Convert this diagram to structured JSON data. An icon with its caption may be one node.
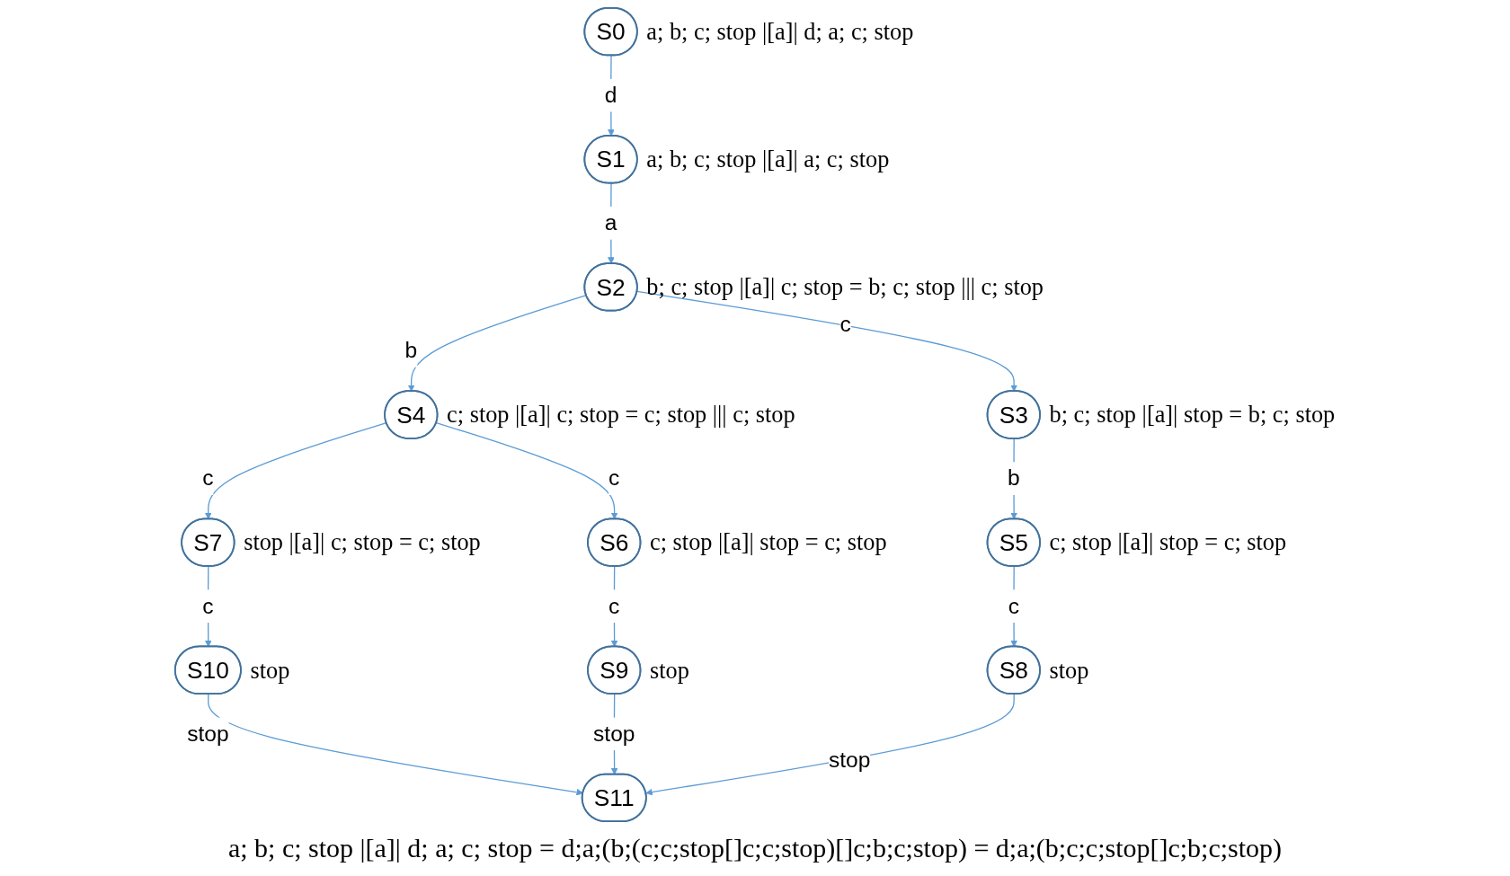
{
  "diagram": {
    "nodes": [
      {
        "text": [
          "S0"
        ],
        "beside": [
          "a; b; c; stop |[a]| d; a; c; stop"
        ]
      },
      {
        "text": [
          "S1"
        ],
        "beside": [
          "a; b; c; stop |[a]| a; c; stop"
        ]
      },
      {
        "text": [
          "S2"
        ],
        "beside": [
          "b; c; stop |[a]| c; stop = b; c; stop ||| c; stop"
        ]
      },
      {
        "text": [
          "S3"
        ],
        "beside": [
          "b; c; stop |[a]| stop = b; c; stop"
        ]
      },
      {
        "text": [
          "S4"
        ],
        "beside": [
          "c; stop |[a]| c; stop = c; stop ||| c; stop"
        ]
      },
      {
        "text": [
          "S5"
        ],
        "beside": [
          "c; stop |[a]| stop = c; stop"
        ]
      },
      {
        "text": [
          "S6"
        ],
        "beside": [
          "c; stop |[a]| stop = c; stop"
        ]
      },
      {
        "text": [
          "S7"
        ],
        "beside": [
          "stop |[a]| c; stop = c; stop"
        ]
      },
      {
        "text": [
          "S8"
        ],
        "beside": [
          "stop"
        ]
      },
      {
        "text": [
          "S9"
        ],
        "beside": [
          "stop"
        ]
      },
      {
        "text": [
          "S10"
        ],
        "beside": [
          "stop"
        ]
      },
      {
        "text": [
          "S11"
        ]
      }
    ],
    "edges": [
      {
        "from": 0,
        "to": 1,
        "arrow": "to",
        "label": "d"
      },
      {
        "from": 1,
        "to": 2,
        "arrow": "to",
        "label": "a"
      },
      {
        "from": 2,
        "to": 4,
        "arrow": "to",
        "label": "b"
      },
      {
        "from": 2,
        "to": 3,
        "arrow": "to",
        "label": "c"
      },
      {
        "from": 4,
        "to": 7,
        "arrow": "to",
        "label": "c"
      },
      {
        "from": 4,
        "to": 6,
        "arrow": "to",
        "label": "c"
      },
      {
        "from": 3,
        "to": 5,
        "arrow": "to",
        "label": "b"
      },
      {
        "from": 6,
        "to": 9,
        "arrow": "to",
        "label": "c"
      },
      {
        "from": 5,
        "to": 8,
        "arrow": "to",
        "label": "c"
      },
      {
        "from": 7,
        "to": 10,
        "arrow": "to",
        "label": "c"
      },
      {
        "from": 10,
        "to": 11,
        "arrow": "to",
        "label": "stop"
      },
      {
        "from": 9,
        "to": 11,
        "arrow": "to",
        "label": "stop"
      },
      {
        "from": 8,
        "to": 11,
        "arrow": "to",
        "label": "stop"
      }
    ],
    "labels": [
      "a; b; c; stop |[a]| d; a; c; stop = d;a;(b;(c;c;stop[]c;c;stop)[]c;b;c;stop) = d;a;(b;c;c;stop[]c;b;c;stop)"
    ]
  }
}
